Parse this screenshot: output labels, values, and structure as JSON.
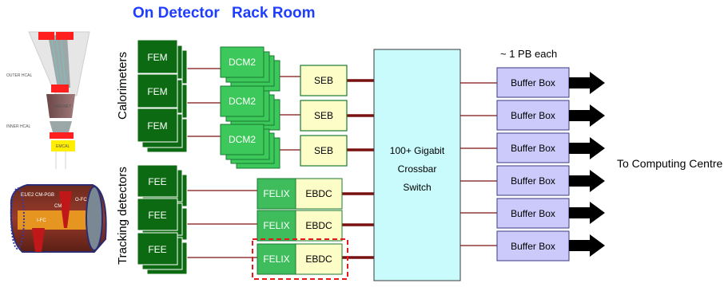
{
  "headers": {
    "on_detector": "On Detector",
    "rack_room": "Rack Room"
  },
  "side_labels": {
    "calorimeters": "Calorimeters",
    "tracking": "Tracking detectors"
  },
  "calo_detector": {
    "outer": "OUTER HCAL",
    "magnet": "MAGNET",
    "inner": "INNER HCAL",
    "emcal": "EMCAL"
  },
  "tpc_detector": {
    "cm": "CM",
    "ofc": "O-FC",
    "ifc": "I-FC",
    "ends": "E1/E2\nCM-PGB"
  },
  "calo_rows": [
    {
      "front": "FEM",
      "dcm": "DCM2",
      "seb": "SEB"
    },
    {
      "front": "FEM",
      "dcm": "DCM2",
      "seb": "SEB"
    },
    {
      "front": "FEM",
      "dcm": "DCM2",
      "seb": "SEB"
    }
  ],
  "track_rows": [
    {
      "front": "FEE",
      "felix": "FELIX",
      "ebdc": "EBDC"
    },
    {
      "front": "FEE",
      "felix": "FELIX",
      "ebdc": "EBDC"
    },
    {
      "front": "FEE",
      "felix": "FELIX",
      "ebdc": "EBDC"
    }
  ],
  "switch": {
    "line1": "100+ Gigabit",
    "line2": "Crossbar",
    "line3": "Switch"
  },
  "buffer_header": "~ 1 PB each",
  "buffer_boxes": [
    "Buffer Box",
    "Buffer Box",
    "Buffer Box",
    "Buffer Box",
    "Buffer Box",
    "Buffer Box"
  ],
  "destination": "To Computing Centre",
  "colors": {
    "header": "#1f3dff",
    "fem_dark": "#0c6b12",
    "dcm_green": "#3cc85a",
    "seb_cream": "#fdfdc8",
    "switch_cyan": "#c9fafc",
    "buffer_lavender": "#cccafa",
    "link_red": "#7a1111",
    "highlight_red": "#e31b1b",
    "felix_green": "#3fbd5d"
  }
}
